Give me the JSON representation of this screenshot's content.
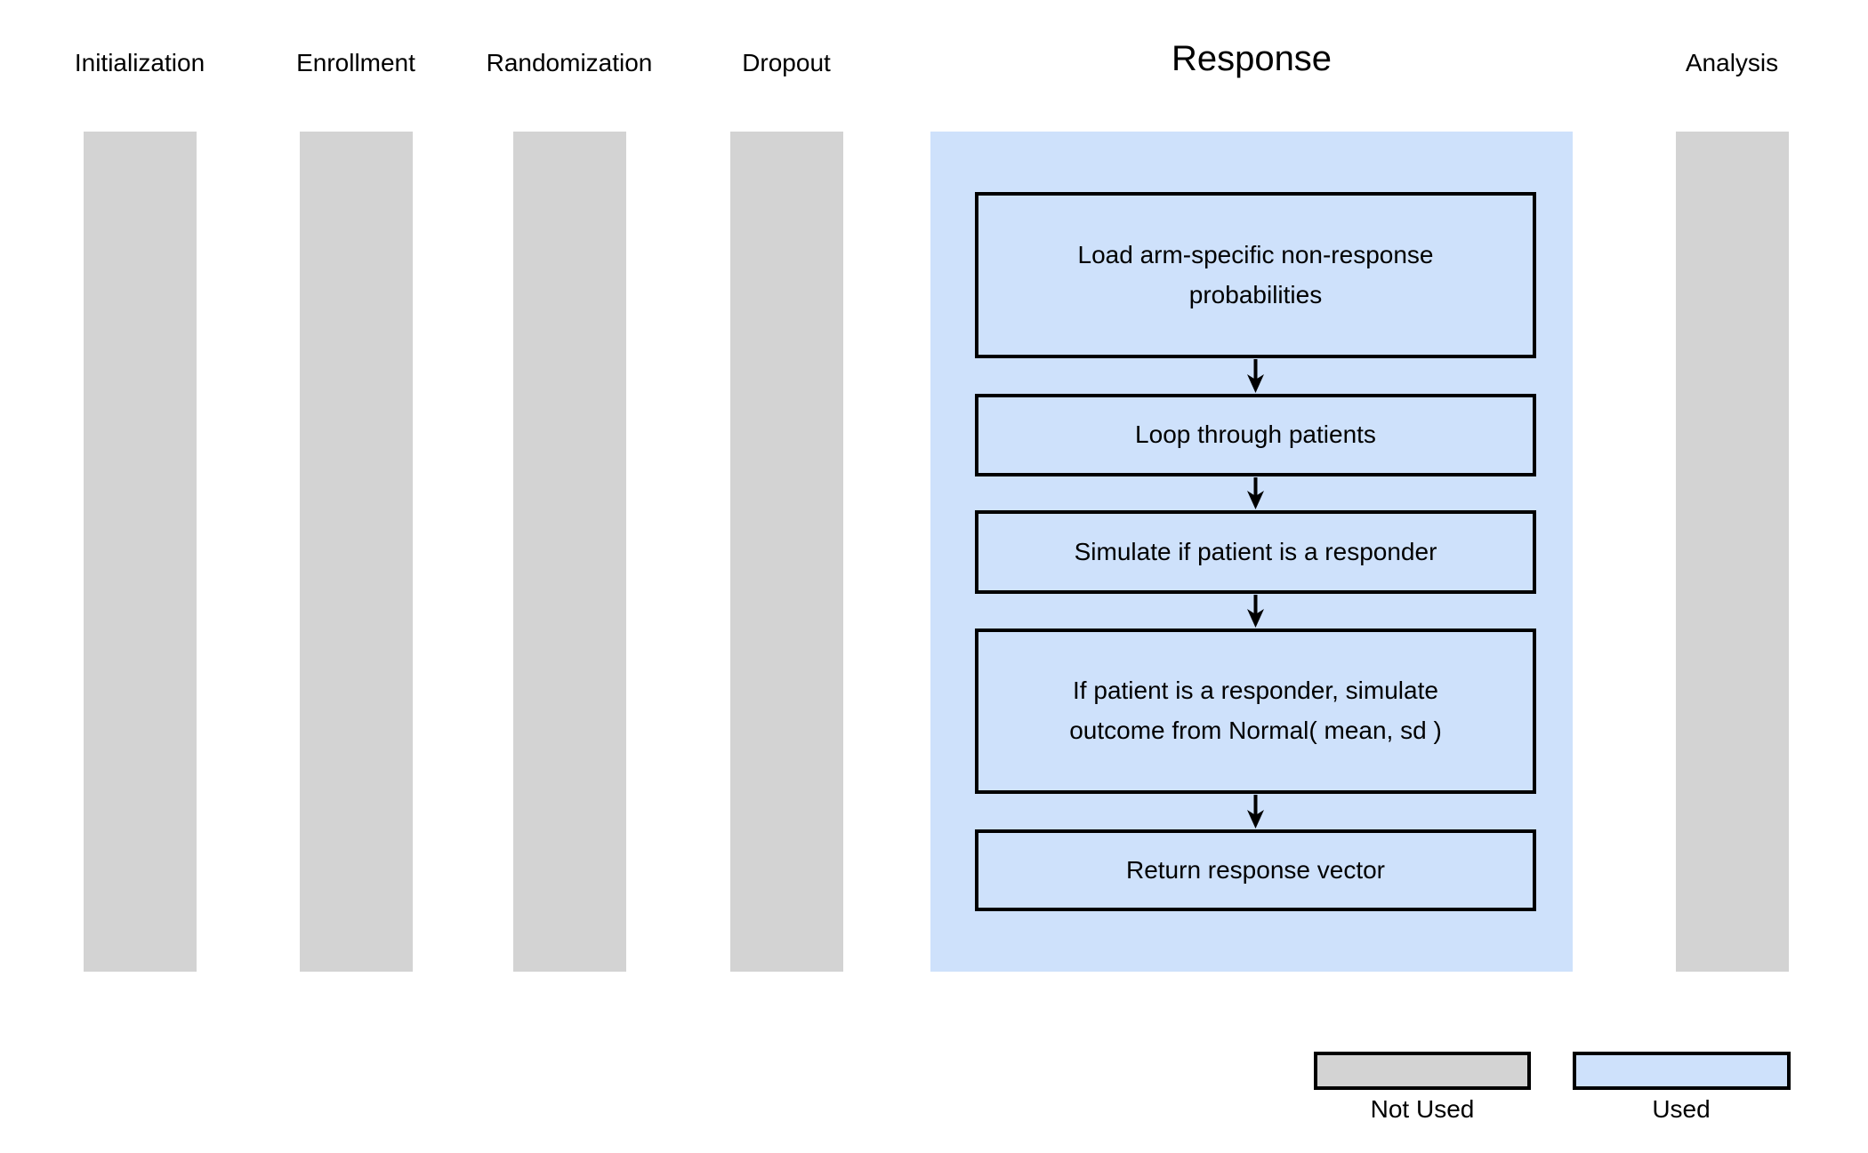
{
  "columns": [
    {
      "id": "initialization",
      "label": "Initialization",
      "status": "Not Used"
    },
    {
      "id": "enrollment",
      "label": "Enrollment",
      "status": "Not Used"
    },
    {
      "id": "randomization",
      "label": "Randomization",
      "status": "Not Used"
    },
    {
      "id": "dropout",
      "label": "Dropout",
      "status": "Not Used"
    },
    {
      "id": "response",
      "label": "Response",
      "status": "Used"
    },
    {
      "id": "analysis",
      "label": "Analysis",
      "status": "Not Used"
    }
  ],
  "response_flow": {
    "steps": [
      {
        "lines": [
          "Load arm-specific non-response",
          "probabilities"
        ]
      },
      {
        "lines": [
          "Loop through patients"
        ]
      },
      {
        "lines": [
          "Simulate if patient is a responder"
        ]
      },
      {
        "lines": [
          "If patient is a responder, simulate",
          "outcome from Normal( mean, sd )"
        ]
      },
      {
        "lines": [
          "Return response vector"
        ]
      }
    ]
  },
  "legend": {
    "not_used_label": "Not Used",
    "used_label": "Used"
  },
  "colors": {
    "used_fill": "#cee1fb",
    "not_used_fill": "#d3d3d3",
    "box_border": "#000000",
    "text": "#000000"
  }
}
